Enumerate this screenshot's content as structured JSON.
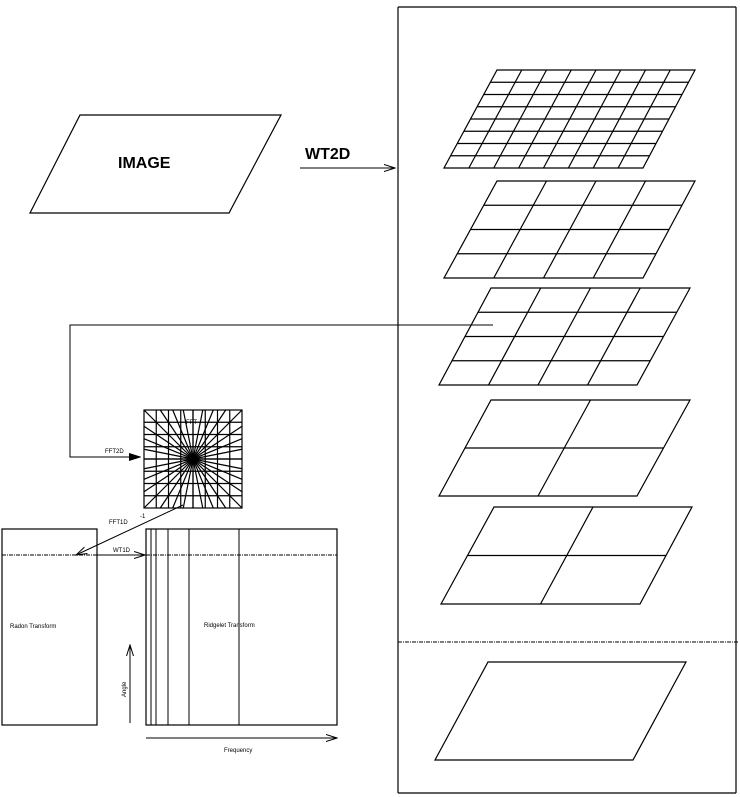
{
  "labels": {
    "image": "IMAGE",
    "wt2d": "WT2D",
    "fft2d": "FFT2D",
    "fft": "FFT",
    "fft1d_inv": "FFT1D",
    "fft1d_sup": "-1",
    "wt1d": "WT1D",
    "radon": "Radon Transform",
    "ridgelet": "Ridgelet Transform",
    "angle": "Angle",
    "frequency": "Frequency"
  },
  "wavelet_scales": [
    {
      "rows": 8,
      "cols": 8
    },
    {
      "rows": 4,
      "cols": 4
    },
    {
      "rows": 4,
      "cols": 4
    },
    {
      "rows": 2,
      "cols": 2
    },
    {
      "rows": 2,
      "cols": 2
    }
  ],
  "fft_grid": {
    "rows": 8,
    "cols": 8,
    "rays": 16
  }
}
